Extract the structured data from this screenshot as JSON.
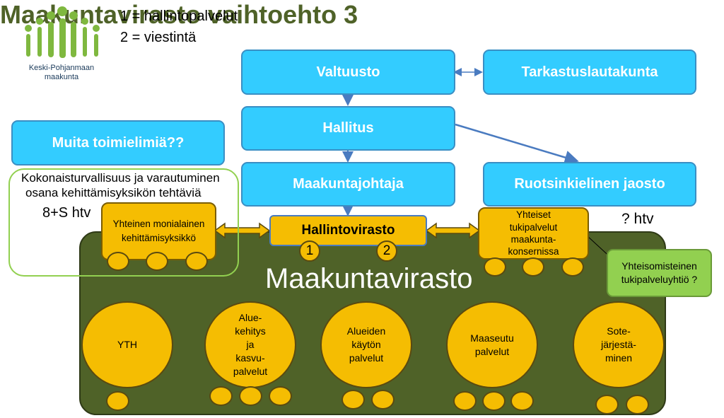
{
  "title": "Maakuntavirasto vaihtoehto 3",
  "legend": {
    "line1": "1 = hallintopalvelut",
    "line2": "2 = viestintä"
  },
  "logo": {
    "line1": "Keski-Pohjanmaan",
    "line2": "maakunta"
  },
  "boxes": {
    "valtuusto": "Valtuusto",
    "tarkastuslautakunta": "Tarkastuslautakunta",
    "hallitus": "Hallitus",
    "muita": "Muita toimielimiä??",
    "maakuntajohtaja": "Maakuntajohtaja",
    "ruotsinkielinen": "Ruotsinkielinen jaosto",
    "hallintovirasto": "Hallintovirasto",
    "yhteinen": "Yhteinen monialainen kehittämisyksikkö",
    "tukipalvelut": "Yhteiset tukipalvelut maakunta-konsernissa",
    "yhteisomisteinen": "Yhteisomisteinen tukipalveluyhtiö ?"
  },
  "badges": {
    "one": "1",
    "two": "2"
  },
  "kokonais": {
    "line1": "Kokonaisturvallisuus ja varautuminen",
    "line2": "osana kehittämisyksikön tehtäviä",
    "htv": "8+S htv"
  },
  "q_htv": "? htv",
  "maakuntavirasto": "Maakuntavirasto",
  "units": {
    "yth": "YTH",
    "aluekehitys": "Alue-kehitys ja kasvu-palvelut",
    "alueiden": "Alueiden käytön palvelut",
    "maaseutu": "Maaseutu palvelut",
    "sote": "Sote-järjestä-minen"
  },
  "colors": {
    "blue": "#33ccff",
    "yellow": "#f5bd02",
    "olive": "#4f6228",
    "green": "#92d050"
  }
}
